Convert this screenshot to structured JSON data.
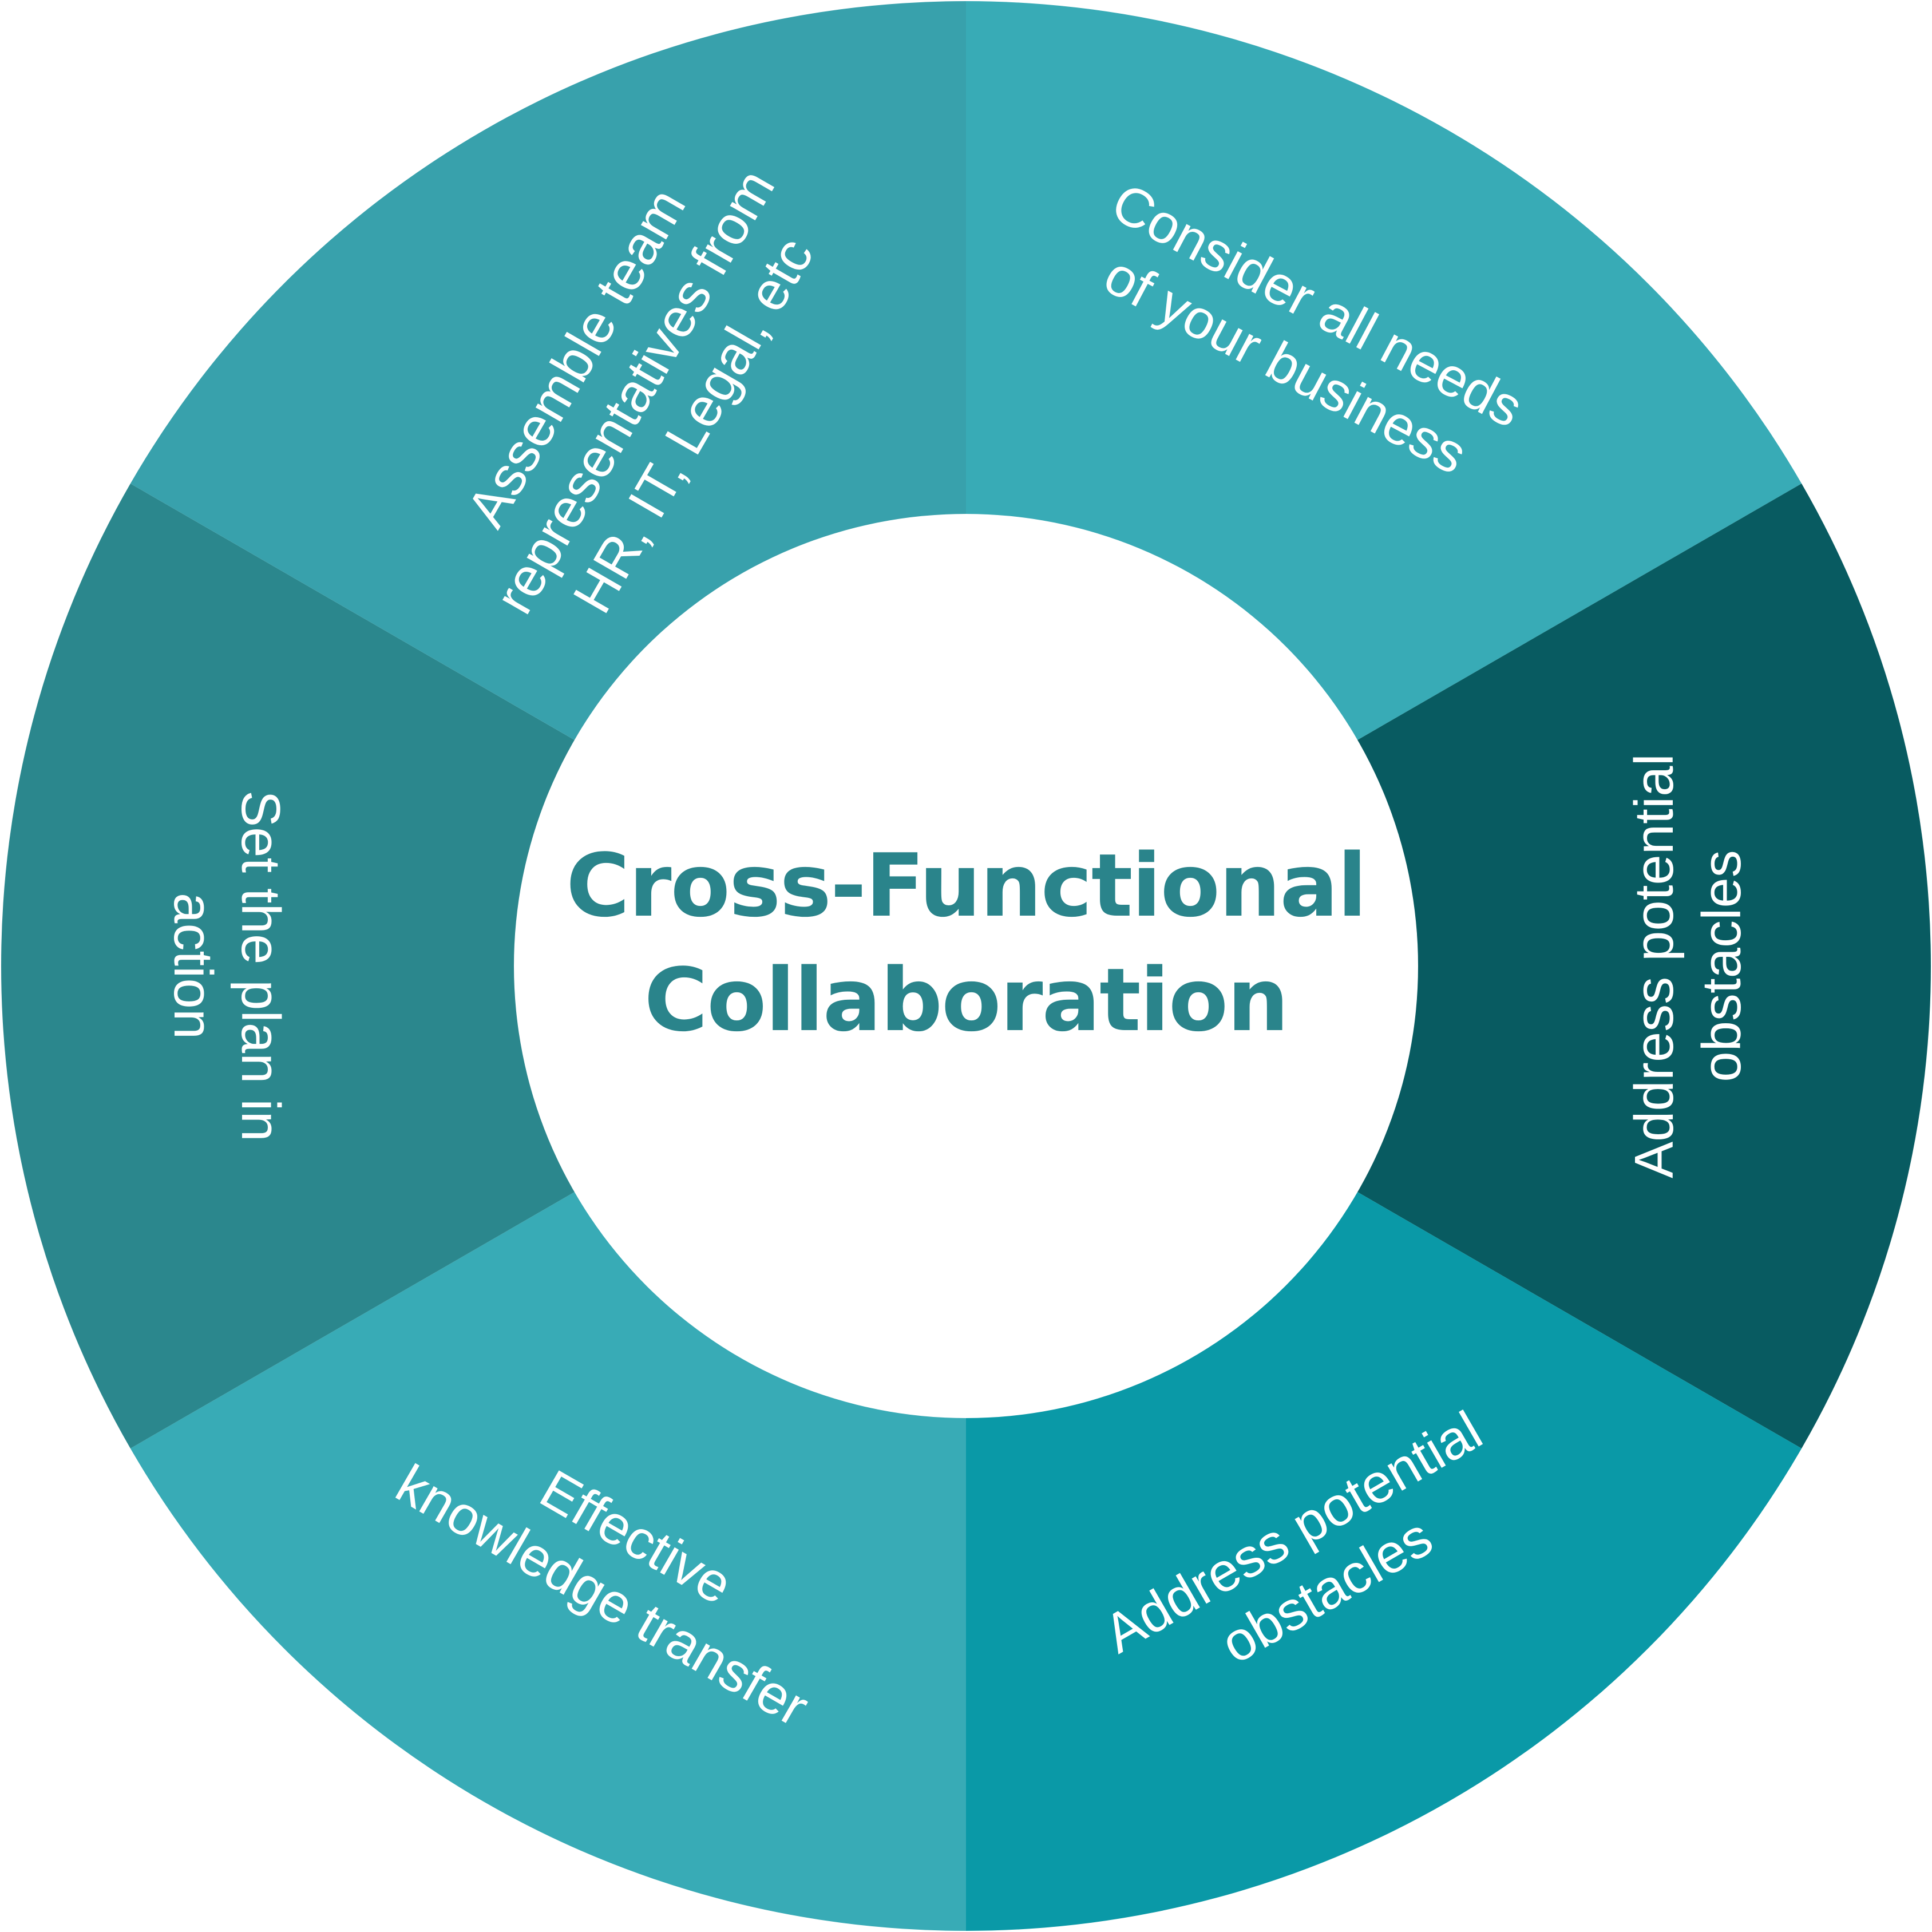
{
  "center": {
    "title_lines": [
      "Cross-Functional",
      "Collaboration"
    ],
    "text_color": "#2A848B",
    "fill_color": "#FFFFFF"
  },
  "segments": [
    {
      "lines": [
        "Consider all needs",
        "of your business"
      ],
      "color": "#38ABB6"
    },
    {
      "lines": [
        "Address potential",
        "obstacles"
      ],
      "color": "#085B61"
    },
    {
      "lines": [
        "Address potential",
        "obstacles"
      ],
      "color": "#0A99A7"
    },
    {
      "lines": [
        "Effective",
        "knowledge transfer"
      ],
      "color": "#38ABB6"
    },
    {
      "lines": [
        "Set the plan in",
        "action"
      ],
      "color": "#2B878D"
    },
    {
      "lines": [
        "Assemble team",
        "representatives from",
        "HR, IT, Legal, etc"
      ],
      "color": "#38A1AC"
    }
  ]
}
